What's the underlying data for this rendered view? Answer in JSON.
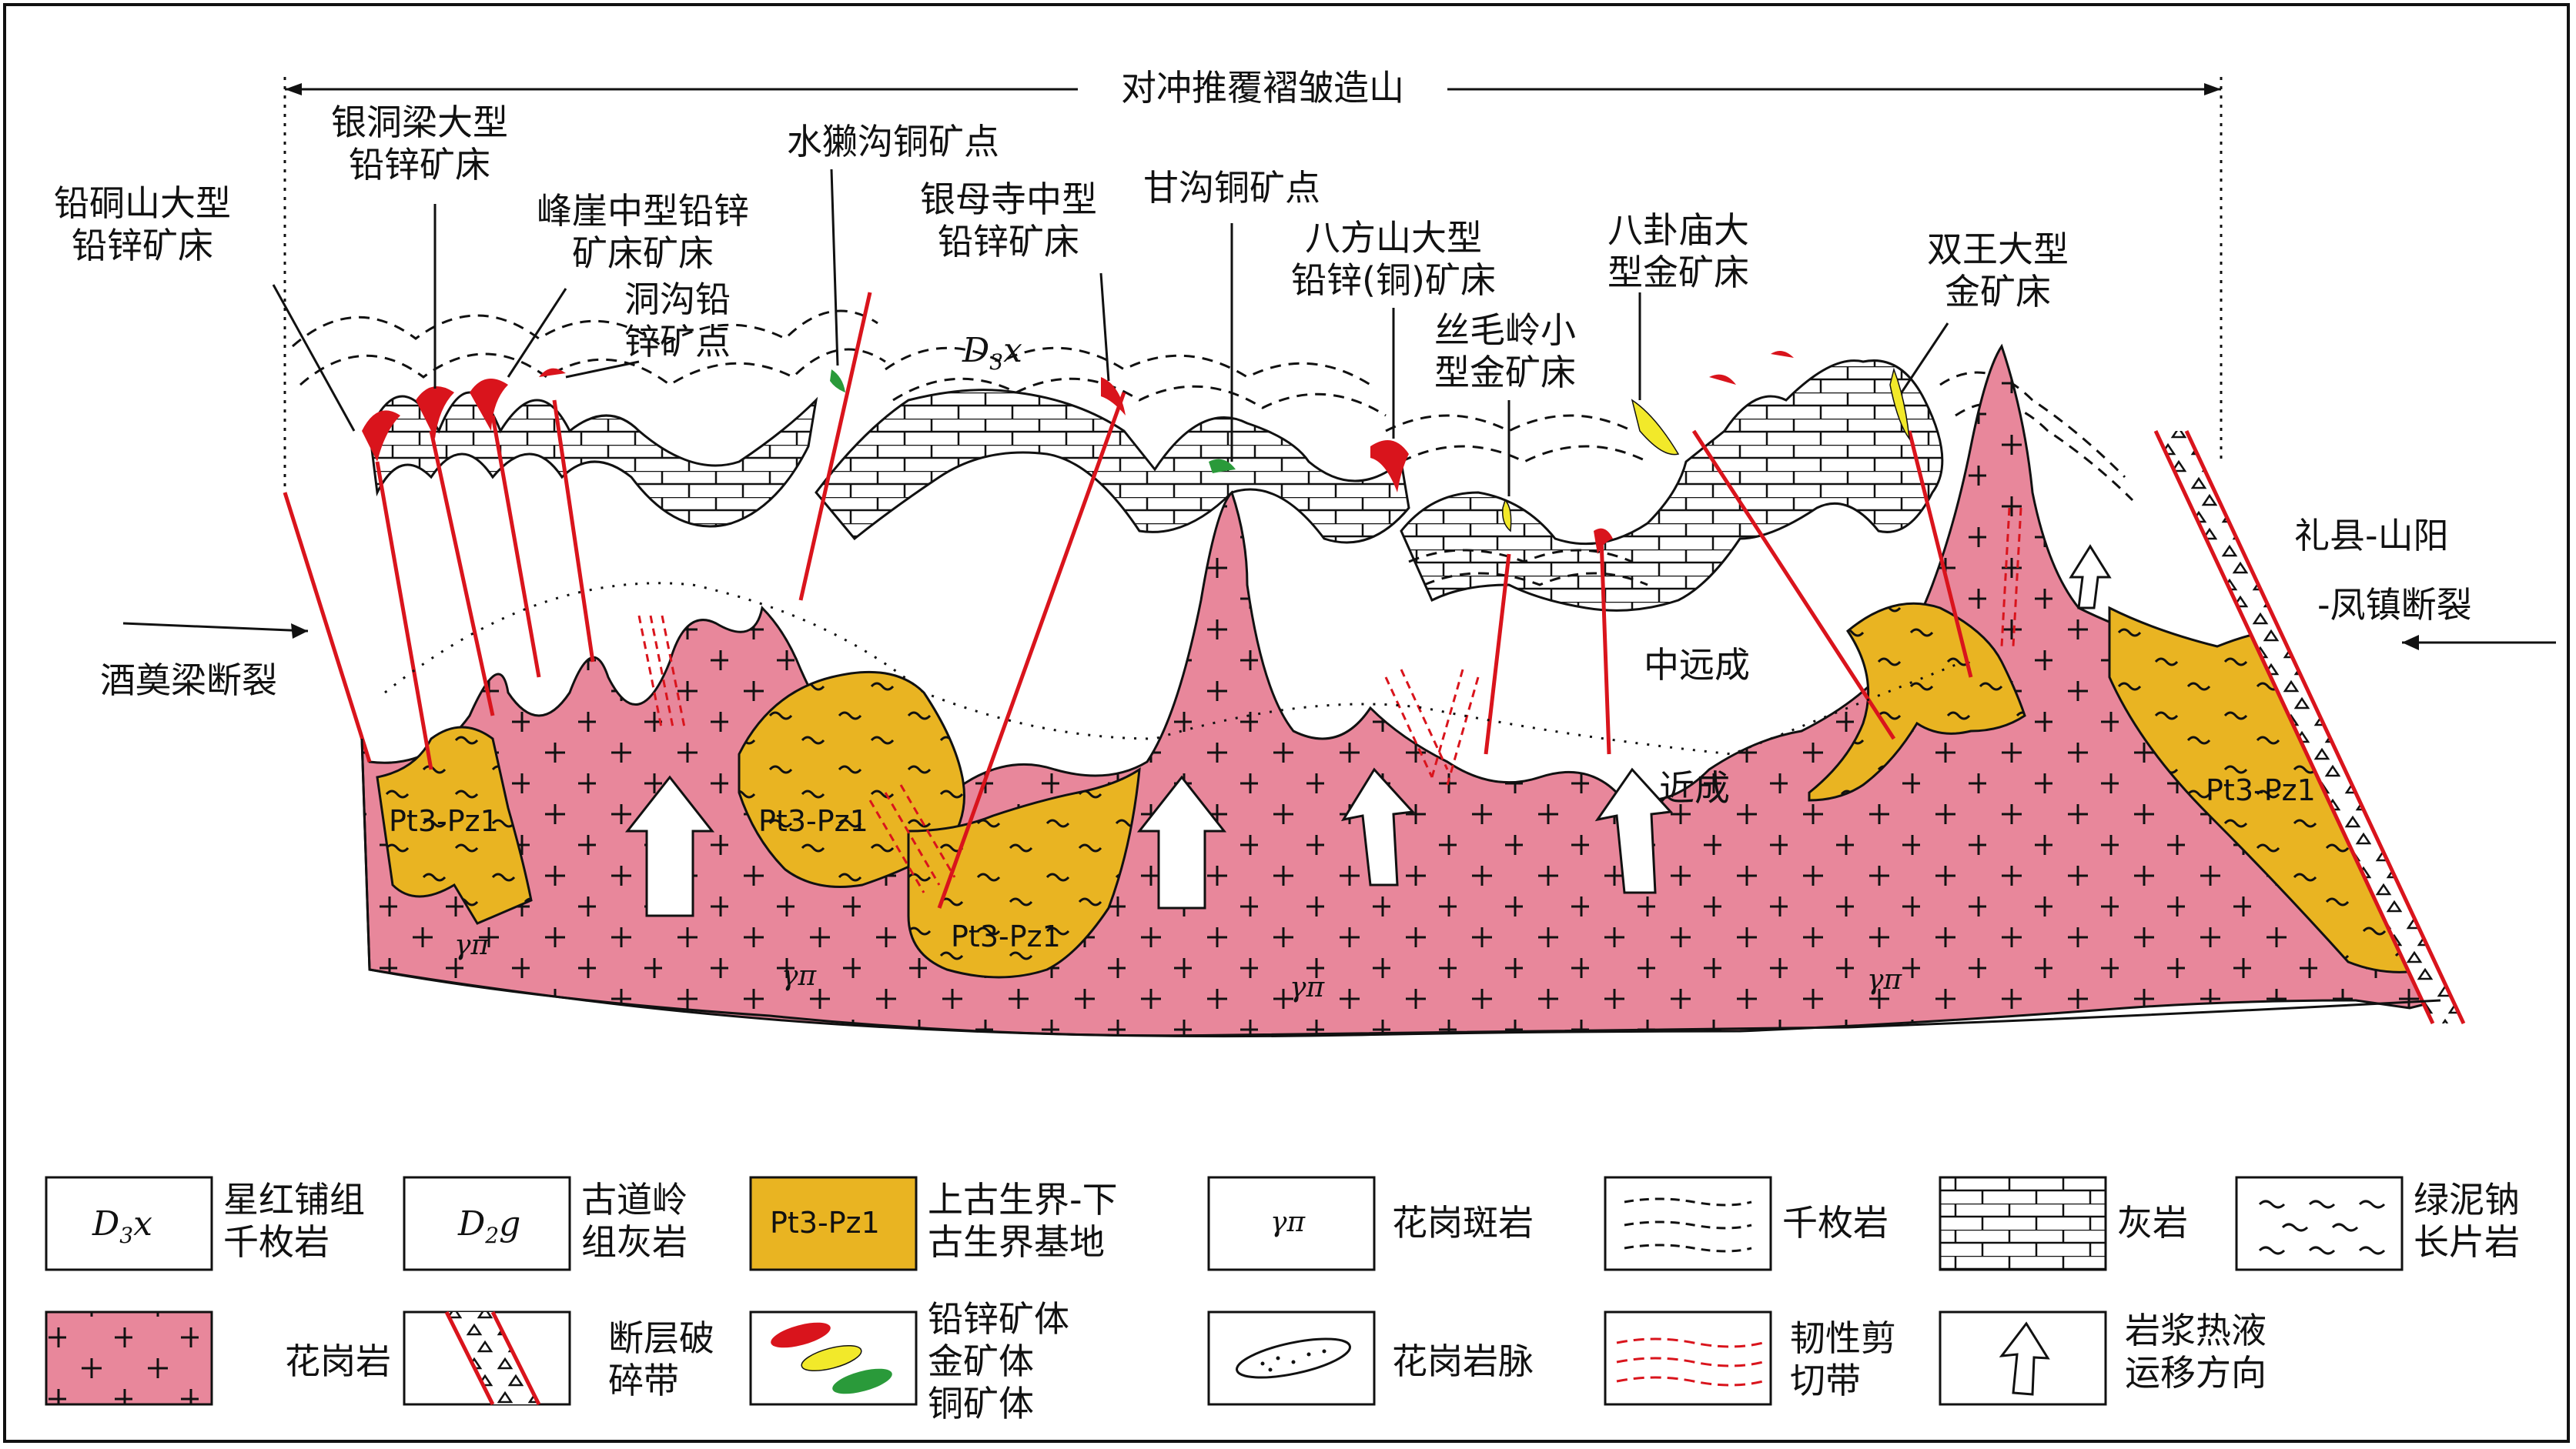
{
  "title_span": "对冲推覆褶皱造山",
  "deposits": [
    {
      "line1": "铅硐山大型",
      "line2": "铅锌矿床"
    },
    {
      "line1": "银洞梁大型",
      "line2": "铅锌矿床"
    },
    {
      "line1": "峰崖中型铅锌",
      "line2": "矿床矿床"
    },
    {
      "line1": "洞沟铅",
      "line2": "锌矿点"
    },
    {
      "line1": "水獭沟铜矿点",
      "line2": ""
    },
    {
      "line1": "银母寺中型",
      "line2": "铅锌矿床"
    },
    {
      "line1": "甘沟铜矿点",
      "line2": ""
    },
    {
      "line1": "八方山大型",
      "line2": "铅锌(铜)矿床"
    },
    {
      "line1": "丝毛岭小",
      "line2": "型金矿床"
    },
    {
      "line1": "八卦庙大",
      "line2": "型金矿床"
    },
    {
      "line1": "双王大型",
      "line2": "金矿床"
    }
  ],
  "faults": {
    "left_name": "酒奠梁断裂",
    "right_line1": "礼县-山阳",
    "right_line2": "-凤镇断裂"
  },
  "zones": {
    "middle_far": "中远成",
    "near": "近成"
  },
  "units": {
    "d3x": "D3x",
    "pt_pz": "Pt3-Pz1",
    "gamma_pi": "γπ"
  },
  "legend": [
    {
      "symbol": "D3x",
      "line1": "星红铺组",
      "line2": "千枚岩",
      "line3": ""
    },
    {
      "symbol": "D2g",
      "line1": "古道岭",
      "line2": "组灰岩",
      "line3": ""
    },
    {
      "symbol": "Pt3-Pz1",
      "line1": "上古生界-下",
      "line2": "古生界基地",
      "line3": ""
    },
    {
      "symbol": "γπ",
      "line1": "花岗斑岩",
      "line2": "",
      "line3": ""
    },
    {
      "symbol": "",
      "line1": "千枚岩",
      "line2": "",
      "line3": ""
    },
    {
      "symbol": "",
      "line1": "灰岩",
      "line2": "",
      "line3": ""
    },
    {
      "symbol": "",
      "line1": "绿泥钠",
      "line2": "长片岩",
      "line3": ""
    },
    {
      "symbol": "",
      "line1": "花岗岩",
      "line2": "",
      "line3": ""
    },
    {
      "symbol": "",
      "line1": "断层破",
      "line2": "碎带",
      "line3": ""
    },
    {
      "symbol": "",
      "line1": "铅锌矿体",
      "line2": "金矿体",
      "line3": "铜矿体"
    },
    {
      "symbol": "",
      "line1": "花岗岩脉",
      "line2": "",
      "line3": ""
    },
    {
      "symbol": "",
      "line1": "韧性剪",
      "line2": "切带",
      "line3": ""
    },
    {
      "symbol": "",
      "line1": "岩浆热液",
      "line2": "运移方向",
      "line3": ""
    }
  ],
  "colors": {
    "granite": "#e8879b",
    "basement": "#e9b422",
    "fault": "#d9141c",
    "pbzn": "#d9141c",
    "gold": "#f2e92a",
    "copper": "#2a9a3a"
  }
}
